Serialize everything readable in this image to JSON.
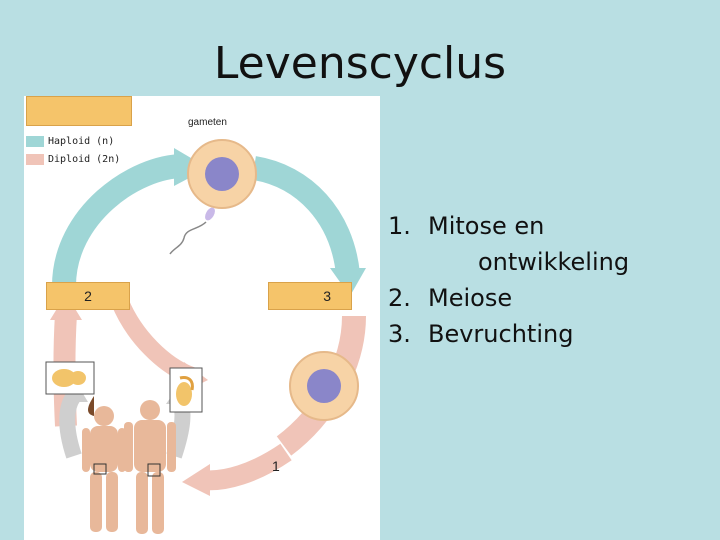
{
  "title": "Levenscyclus",
  "figure": {
    "gametes_label": "gameten",
    "legend": [
      {
        "label": "Haploid (n)",
        "color": "#9fd6d6"
      },
      {
        "label": "Diploid (2n)",
        "color": "#f0c4b8"
      }
    ],
    "stage_numbers": {
      "left": "2",
      "right": "3",
      "bottom": "1"
    },
    "colors": {
      "box_fill": "#f5c46a",
      "haploid_arrow": "#9fd6d6",
      "diploid_arrow": "#f0c4b8",
      "gray_arrow": "#cfcfcf",
      "cell_fill": "#f7d3a6",
      "nucleus_fill": "#8a86c9"
    }
  },
  "list": [
    {
      "num": "1.",
      "line1": "Mitose en",
      "line2": "ontwikkeling"
    },
    {
      "num": "2.",
      "line1": "Meiose"
    },
    {
      "num": "3.",
      "line1": "Bevruchting"
    }
  ]
}
